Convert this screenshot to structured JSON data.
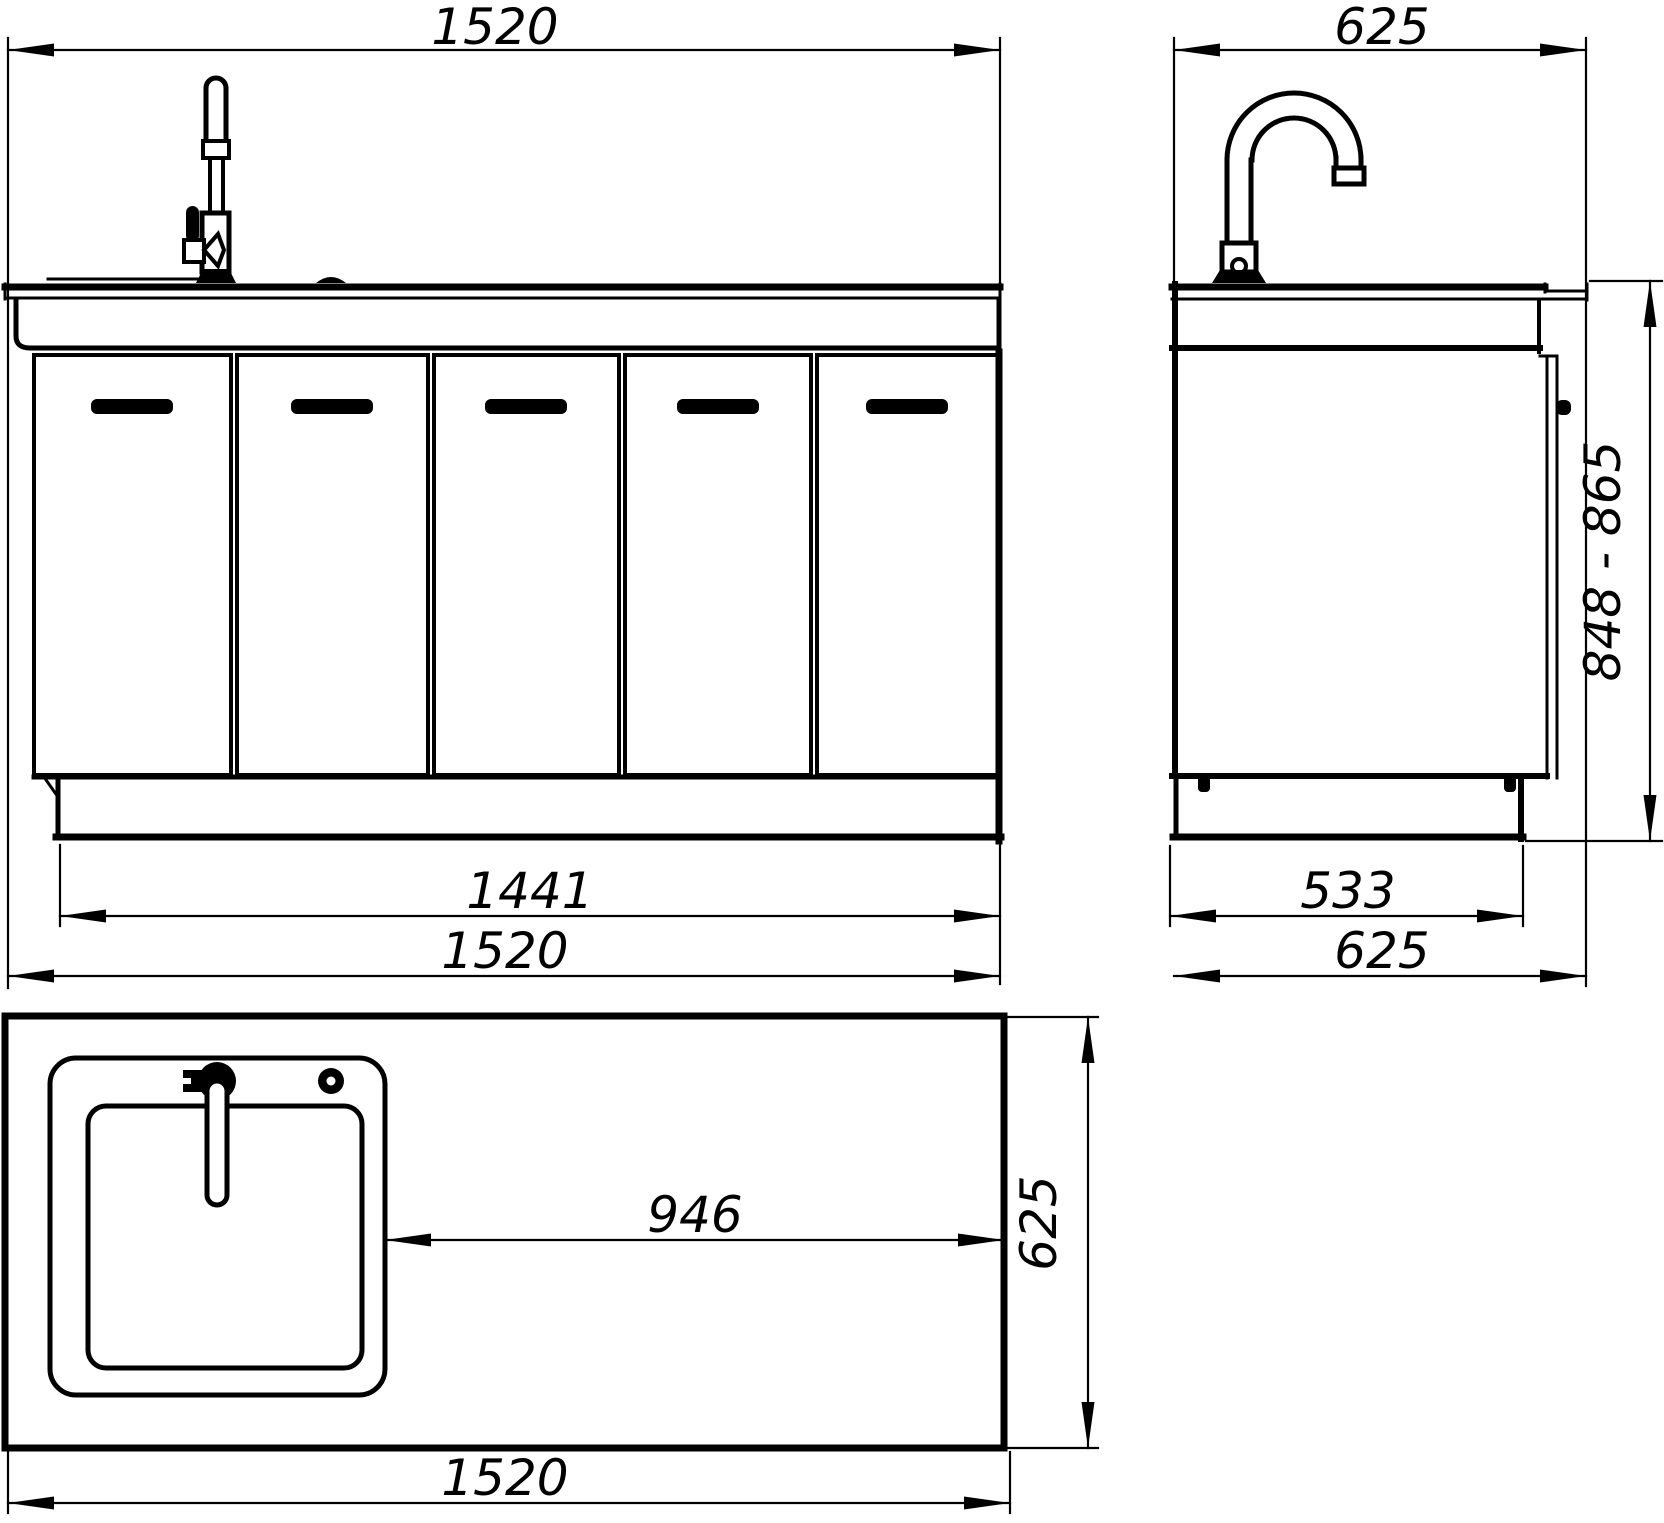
{
  "drawing": {
    "type": "technical-orthographic-drawing",
    "subject": "sink-cabinet-with-faucet",
    "background_color": "#ffffff",
    "line_color": "#000000",
    "front_view": {
      "door_count": 5,
      "dims": {
        "width_top": "1520",
        "plinth_width": "1441",
        "width_bottom": "1520"
      }
    },
    "side_view": {
      "dims": {
        "depth_top": "625",
        "height_range": "848 - 865",
        "plinth_depth": "533",
        "depth_bottom": "625"
      }
    },
    "plan_view": {
      "dims": {
        "counter_right_of_sink": "946",
        "depth": "625",
        "width": "1520"
      }
    }
  }
}
